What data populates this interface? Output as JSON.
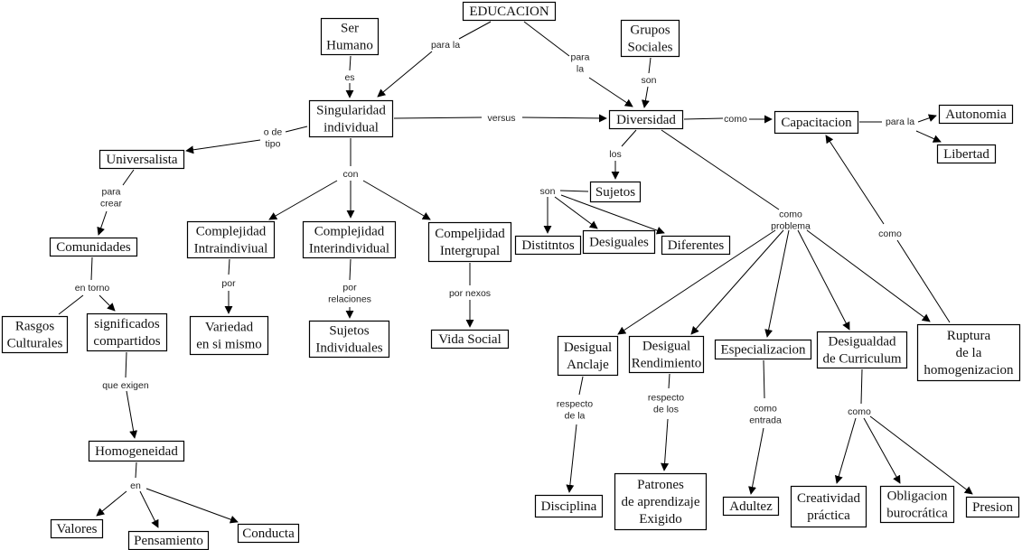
{
  "title": "EDUCACION",
  "colors": {
    "line": "#000000",
    "box_border": "#000000",
    "background": "#ffffff",
    "text": "#111111"
  },
  "nodes": [
    {
      "id": "educacion",
      "lines": [
        "EDUCACION"
      ]
    },
    {
      "id": "ser_humano",
      "lines": [
        "Ser",
        "Humano"
      ]
    },
    {
      "id": "grupos_sociales",
      "lines": [
        "Grupos",
        "Sociales"
      ]
    },
    {
      "id": "singularidad",
      "lines": [
        "Singularidad",
        "individual"
      ]
    },
    {
      "id": "diversidad",
      "lines": [
        "Diversidad"
      ]
    },
    {
      "id": "capacitacion",
      "lines": [
        "Capacitacion"
      ]
    },
    {
      "id": "autonomia",
      "lines": [
        "Autonomia"
      ]
    },
    {
      "id": "libertad",
      "lines": [
        "Libertad"
      ]
    },
    {
      "id": "universalista",
      "lines": [
        "Universalista"
      ]
    },
    {
      "id": "comunidades",
      "lines": [
        "Comunidades"
      ]
    },
    {
      "id": "rasgos",
      "lines": [
        "Rasgos",
        "Culturales"
      ]
    },
    {
      "id": "significados",
      "lines": [
        "significados",
        "compartidos"
      ]
    },
    {
      "id": "homogeneidad",
      "lines": [
        "Homogeneidad"
      ]
    },
    {
      "id": "valores",
      "lines": [
        "Valores"
      ]
    },
    {
      "id": "pensamiento",
      "lines": [
        "Pensamiento"
      ]
    },
    {
      "id": "conducta",
      "lines": [
        "Conducta"
      ]
    },
    {
      "id": "intra",
      "lines": [
        "Complejidad",
        "Intraindiviual"
      ]
    },
    {
      "id": "inter",
      "lines": [
        "Complejidad",
        "Interindividual"
      ]
    },
    {
      "id": "intergrupal",
      "lines": [
        "Compeljidad",
        "Intergrupal"
      ]
    },
    {
      "id": "variedad",
      "lines": [
        "Variedad",
        "en si mismo"
      ]
    },
    {
      "id": "sujetos_ind",
      "lines": [
        "Sujetos",
        "Individuales"
      ]
    },
    {
      "id": "vida_social",
      "lines": [
        "Vida Social"
      ]
    },
    {
      "id": "sujetos",
      "lines": [
        "Sujetos"
      ]
    },
    {
      "id": "distintos",
      "lines": [
        "Distitntos"
      ]
    },
    {
      "id": "desiguales",
      "lines": [
        "Desiguales"
      ]
    },
    {
      "id": "diferentes",
      "lines": [
        "Diferentes"
      ]
    },
    {
      "id": "anclaje",
      "lines": [
        "Desigual",
        "Anclaje"
      ]
    },
    {
      "id": "rendimiento",
      "lines": [
        "Desigual",
        "Rendimiento"
      ]
    },
    {
      "id": "especializacion",
      "lines": [
        "Especializacion"
      ]
    },
    {
      "id": "curriculum",
      "lines": [
        "Desigualdad",
        "de Curriculum"
      ]
    },
    {
      "id": "ruptura",
      "lines": [
        "Ruptura",
        "de la",
        "homogenizacion"
      ]
    },
    {
      "id": "disciplina",
      "lines": [
        "Disciplina"
      ]
    },
    {
      "id": "patrones",
      "lines": [
        "Patrones",
        "de aprendizaje",
        "Exigido"
      ]
    },
    {
      "id": "adultez",
      "lines": [
        "Adultez"
      ]
    },
    {
      "id": "creatividad",
      "lines": [
        "Creatividad",
        "práctica"
      ]
    },
    {
      "id": "obligacion",
      "lines": [
        "Obligacion",
        "burocrática"
      ]
    },
    {
      "id": "presion",
      "lines": [
        "Presion"
      ]
    }
  ],
  "links": [
    {
      "id": "l_para_la_1",
      "lines": [
        "para la"
      ],
      "from": "educacion",
      "to": [
        "singularidad"
      ]
    },
    {
      "id": "l_para_la_2",
      "lines": [
        "para",
        "la"
      ],
      "from": "educacion",
      "to": [
        "diversidad"
      ]
    },
    {
      "id": "l_es",
      "lines": [
        "es"
      ],
      "from": "ser_humano",
      "to": [
        "singularidad"
      ]
    },
    {
      "id": "l_son_grupos",
      "lines": [
        "son"
      ],
      "from": "grupos_sociales",
      "to": [
        "diversidad"
      ]
    },
    {
      "id": "l_versus",
      "lines": [
        "versus"
      ],
      "from": "singularidad",
      "to": [
        "diversidad"
      ]
    },
    {
      "id": "l_o_de_tipo",
      "lines": [
        "o de",
        "tipo"
      ],
      "from": "singularidad",
      "to": [
        "universalista"
      ]
    },
    {
      "id": "l_con",
      "lines": [
        "con"
      ],
      "from": "singularidad",
      "to": [
        "intra",
        "inter",
        "intergrupal"
      ]
    },
    {
      "id": "l_para_crear",
      "lines": [
        "para",
        "crear"
      ],
      "from": "universalista",
      "to": [
        "comunidades"
      ]
    },
    {
      "id": "l_en_torno",
      "lines": [
        "en torno"
      ],
      "from": "comunidades",
      "to": [
        "rasgos",
        "significados"
      ]
    },
    {
      "id": "l_que_exigen",
      "lines": [
        "que exigen"
      ],
      "from": "significados",
      "to": [
        "homogeneidad"
      ]
    },
    {
      "id": "l_en",
      "lines": [
        "en"
      ],
      "from": "homogeneidad",
      "to": [
        "valores",
        "pensamiento",
        "conducta"
      ]
    },
    {
      "id": "l_por",
      "lines": [
        "por"
      ],
      "from": "intra",
      "to": [
        "variedad"
      ]
    },
    {
      "id": "l_por_relaciones",
      "lines": [
        "por",
        "relaciones"
      ],
      "from": "inter",
      "to": [
        "sujetos_ind"
      ]
    },
    {
      "id": "l_por_nexos",
      "lines": [
        "por nexos"
      ],
      "from": "intergrupal",
      "to": [
        "vida_social"
      ]
    },
    {
      "id": "l_como_cap",
      "lines": [
        "como"
      ],
      "from": "diversidad",
      "to": [
        "capacitacion"
      ]
    },
    {
      "id": "l_para_la_3",
      "lines": [
        "para la"
      ],
      "from": "capacitacion",
      "to": [
        "autonomia",
        "libertad"
      ]
    },
    {
      "id": "l_los",
      "lines": [
        "los"
      ],
      "from": "diversidad",
      "to": [
        "sujetos"
      ]
    },
    {
      "id": "l_son_sujetos",
      "lines": [
        "son"
      ],
      "from": "sujetos",
      "to": [
        "distintos",
        "desiguales",
        "diferentes"
      ]
    },
    {
      "id": "l_como_problema",
      "lines": [
        "como",
        "problema"
      ],
      "from": "diversidad",
      "to": [
        "anclaje",
        "rendimiento",
        "especializacion",
        "curriculum",
        "ruptura"
      ]
    },
    {
      "id": "l_como_ruptura",
      "lines": [
        "como"
      ],
      "from": "ruptura",
      "to": [
        "capacitacion"
      ]
    },
    {
      "id": "l_respecto_de_la",
      "lines": [
        "respecto",
        "de la"
      ],
      "from": "anclaje",
      "to": [
        "disciplina"
      ]
    },
    {
      "id": "l_respecto_de_los",
      "lines": [
        "respecto",
        "de los"
      ],
      "from": "rendimiento",
      "to": [
        "patrones"
      ]
    },
    {
      "id": "l_como_entrada",
      "lines": [
        "como",
        "entrada"
      ],
      "from": "especializacion",
      "to": [
        "adultez"
      ]
    },
    {
      "id": "l_como_curr",
      "lines": [
        "como"
      ],
      "from": "curriculum",
      "to": [
        "creatividad",
        "obligacion",
        "presion"
      ]
    }
  ]
}
